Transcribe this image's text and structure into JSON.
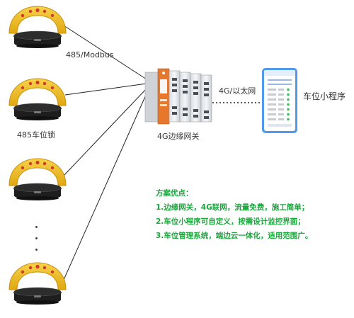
{
  "labels": {
    "protocol": "485/Modbus",
    "lock": "485车位锁",
    "gateway": "4G边缘网关",
    "network": "4G/以太网",
    "app": "车位小程序"
  },
  "advantages": {
    "title": "方案优点：",
    "items": [
      "1.边缘网关，4G联网，流量免费，施工简单；",
      "2.车位小程序可自定义，按需设计监控界面；",
      "3.车位管理系统，端边云一体化，适用范围广。"
    ]
  },
  "colors": {
    "lock_yellow": "#f2c02a",
    "lock_base": "#1e1e1e",
    "advantage_text": "#1aa83c",
    "gateway_orange": "#e8772e",
    "phone_blue": "#4f9bea"
  }
}
